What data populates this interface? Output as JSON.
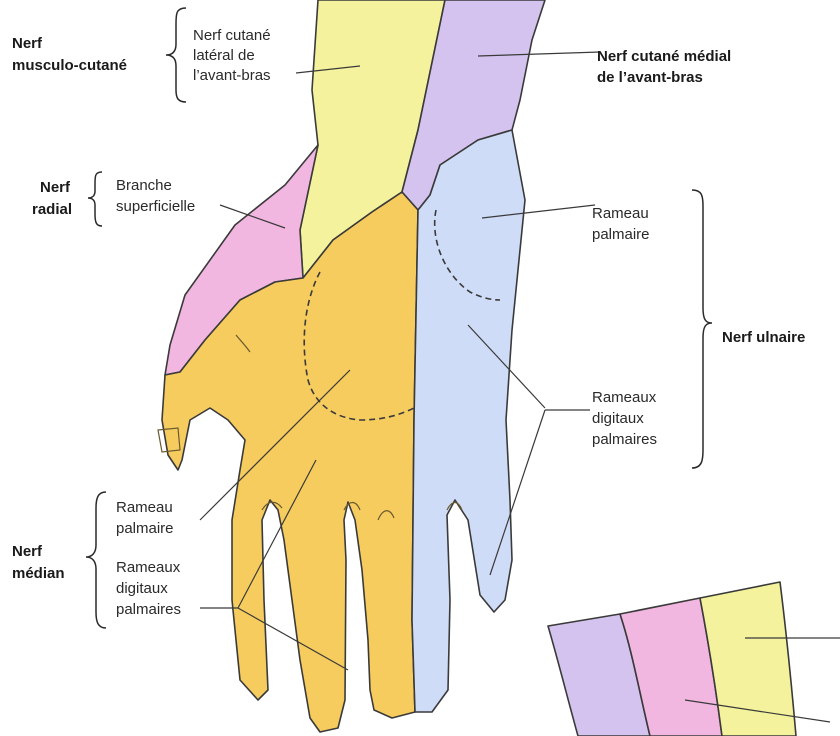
{
  "colors": {
    "musculo_cutane": "#f4f29c",
    "cutane_medial": "#d4c3ef",
    "radial": "#f1b7e0",
    "median": "#f6cc5e",
    "ulnaire": "#cfdcf7",
    "outline": "#3a3a3a"
  },
  "labels": {
    "nerf_musculo_1": "Nerf",
    "nerf_musculo_2": "musculo-cutané",
    "cut_lat_1": "Nerf cutané",
    "cut_lat_2": "latéral de",
    "cut_lat_3": "l’avant-bras",
    "cut_med_1": "Nerf cutané médial",
    "cut_med_2": "de l’avant-bras",
    "nerf_radial_1": "Nerf",
    "nerf_radial_2": "radial",
    "branche_1": "Branche",
    "branche_2": "superficielle",
    "ulnar_palm_1": "Rameau",
    "ulnar_palm_2": "palmaire",
    "nerf_ulnaire": "Nerf ulnaire",
    "ulnar_dig_1": "Rameaux",
    "ulnar_dig_2": "digitaux",
    "ulnar_dig_3": "palmaires",
    "med_palm_1": "Rameau",
    "med_palm_2": "palmaire",
    "nerf_median_1": "Nerf",
    "nerf_median_2": "médian",
    "med_dig_1": "Rameaux",
    "med_dig_2": "digitaux",
    "med_dig_3": "palmaires"
  }
}
